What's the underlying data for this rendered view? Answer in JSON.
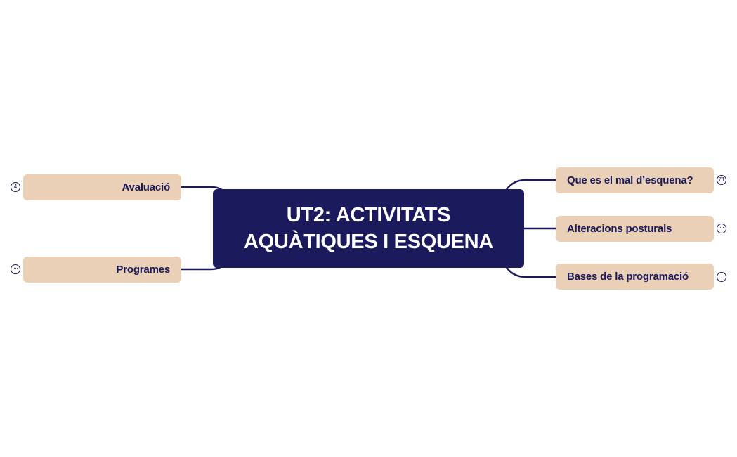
{
  "colors": {
    "central_fill": "#1b1a5c",
    "topic_fill": "#ead0b6",
    "text_dark": "#1b1a5c",
    "connector": "#1b1a5c"
  },
  "central_topic": {
    "title": "UT2: ACTIVITATS\nAQUÀTIQUES I ESQUENA"
  },
  "left_topics": [
    {
      "label": "Avaluació",
      "collapsed_count": "4"
    },
    {
      "label": "Programes",
      "collapsed_indicator": "···"
    }
  ],
  "right_topics": [
    {
      "label": "Que es el mal d’esquena?",
      "collapsed_count": "71"
    },
    {
      "label": "Alteracions posturals",
      "collapsed_indicator": "···"
    },
    {
      "label": "Bases de la programació",
      "collapsed_indicator": "···"
    }
  ]
}
